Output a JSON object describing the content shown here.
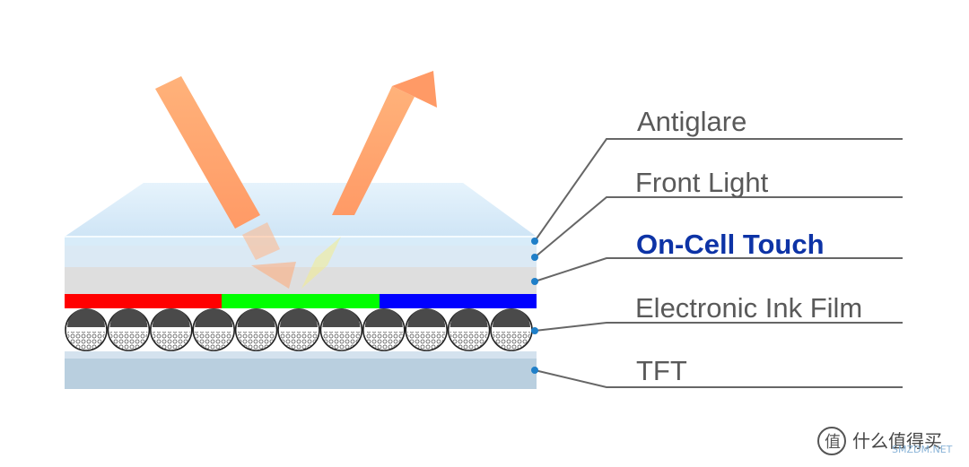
{
  "layers": [
    {
      "label": "Antiglare",
      "highlight": false
    },
    {
      "label": "Front Light",
      "highlight": false
    },
    {
      "label": "On-Cell Touch",
      "highlight": true
    },
    {
      "label": "Electronic Ink Film",
      "highlight": false
    },
    {
      "label": "TFT",
      "highlight": false
    }
  ],
  "color_filter": {
    "colors": [
      "#ff0000",
      "#00ff00",
      "#0000ff"
    ]
  },
  "colors": {
    "label": "#595959",
    "highlight": "#0d33a6",
    "leader_line": "#666666",
    "connector_dot": "#1f7fc8",
    "arrow": "#ff9966"
  },
  "watermark": {
    "text": "什么值得买",
    "sub": "SMZDM.NET"
  }
}
